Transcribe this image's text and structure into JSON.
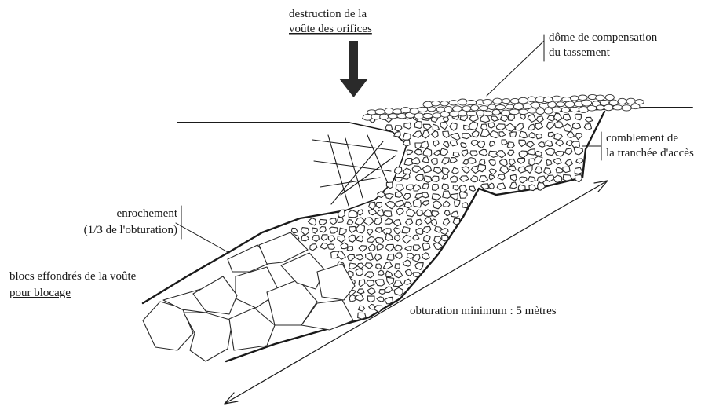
{
  "labels": {
    "destruction_line1": "destruction de la",
    "destruction_line2": "voûte des orifices",
    "dome_line1": "dôme de compensation",
    "dome_line2": "du tassement",
    "comblement_line1": "comblement de",
    "comblement_line2": "la tranchée d'accès",
    "enrochement_line1": "enrochement",
    "enrochement_line2": "(1/3 de l'obturation)",
    "blocs_line1": "blocs effondrés de la voûte",
    "blocs_line2": "pour blocage",
    "obturation": "obturation minimum : 5 mètres"
  },
  "icons": {
    "down_arrow": "down-arrow-icon",
    "dimension_arrow": "double-arrow-icon"
  },
  "colors": {
    "ink": "#1a1a1a",
    "background": "#ffffff"
  }
}
